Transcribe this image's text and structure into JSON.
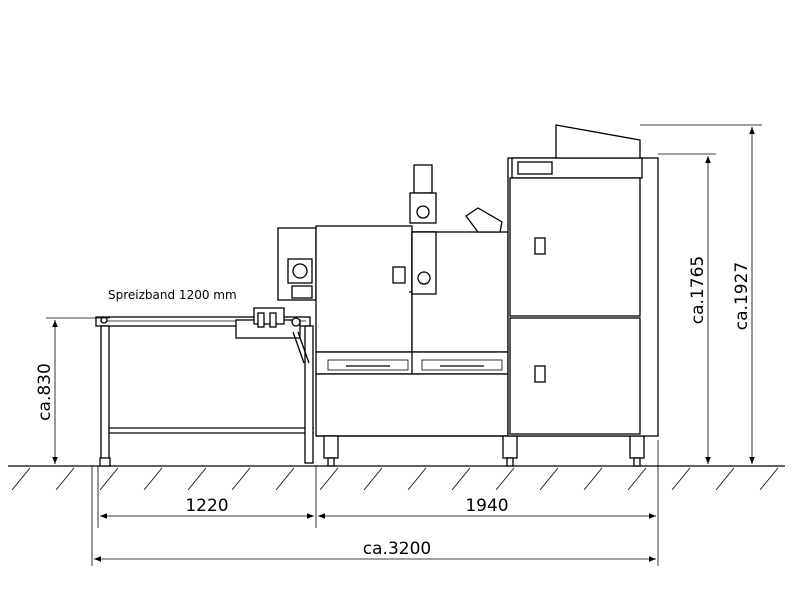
{
  "labels": {
    "spreizband": "Spreizband 1200 mm",
    "dim_width_left": "1220",
    "dim_width_right": "1940",
    "dim_total": "ca.3200",
    "dim_height_table": "ca.830",
    "dim_height_cabinet": "ca.1765",
    "dim_height_total": "ca.1927"
  }
}
